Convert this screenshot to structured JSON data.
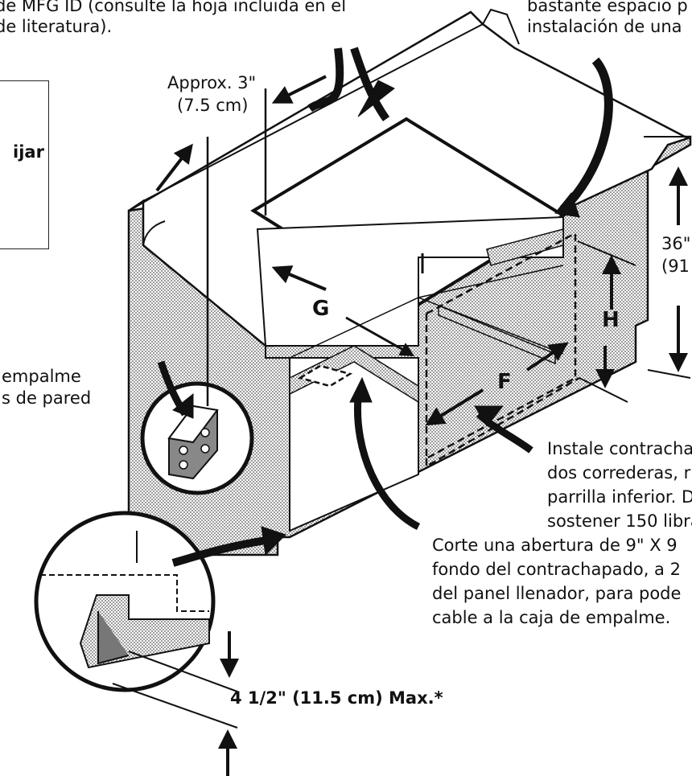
{
  "texts": {
    "top_left_line1": "de MFG ID (consulte la hoja incluida en el",
    "top_left_line2": "de literatura).",
    "top_right_line1": "bastante espacio p",
    "top_right_line2": "instalación de una",
    "box_word": "ijar",
    "approx_line1": "Approx. 3\"",
    "approx_line2": "(7.5 cm)",
    "height_line1": "36\"",
    "height_line2": "(91",
    "empalme_line1": "empalme",
    "empalme_line2": "s de pared",
    "instale_line1": "Instale contracha",
    "instale_line2": "dos correderas, r",
    "instale_line3": "parrilla inferior. D",
    "instale_line4": "sostener 150 libra",
    "corte_line1": "Corte una abertura de 9\" X 9",
    "corte_line2": "fondo del contrachapado, a 2",
    "corte_line3": "del panel llenador, para pode",
    "corte_line4": "cable a la caja de empalme.",
    "max_label": "4 1/2\" (11.5 cm) Max.*",
    "letter_g": "G",
    "letter_f": "F",
    "letter_h": "H"
  },
  "colors": {
    "line": "#111111",
    "stipple": "#bdbdbd",
    "background": "#ffffff"
  }
}
